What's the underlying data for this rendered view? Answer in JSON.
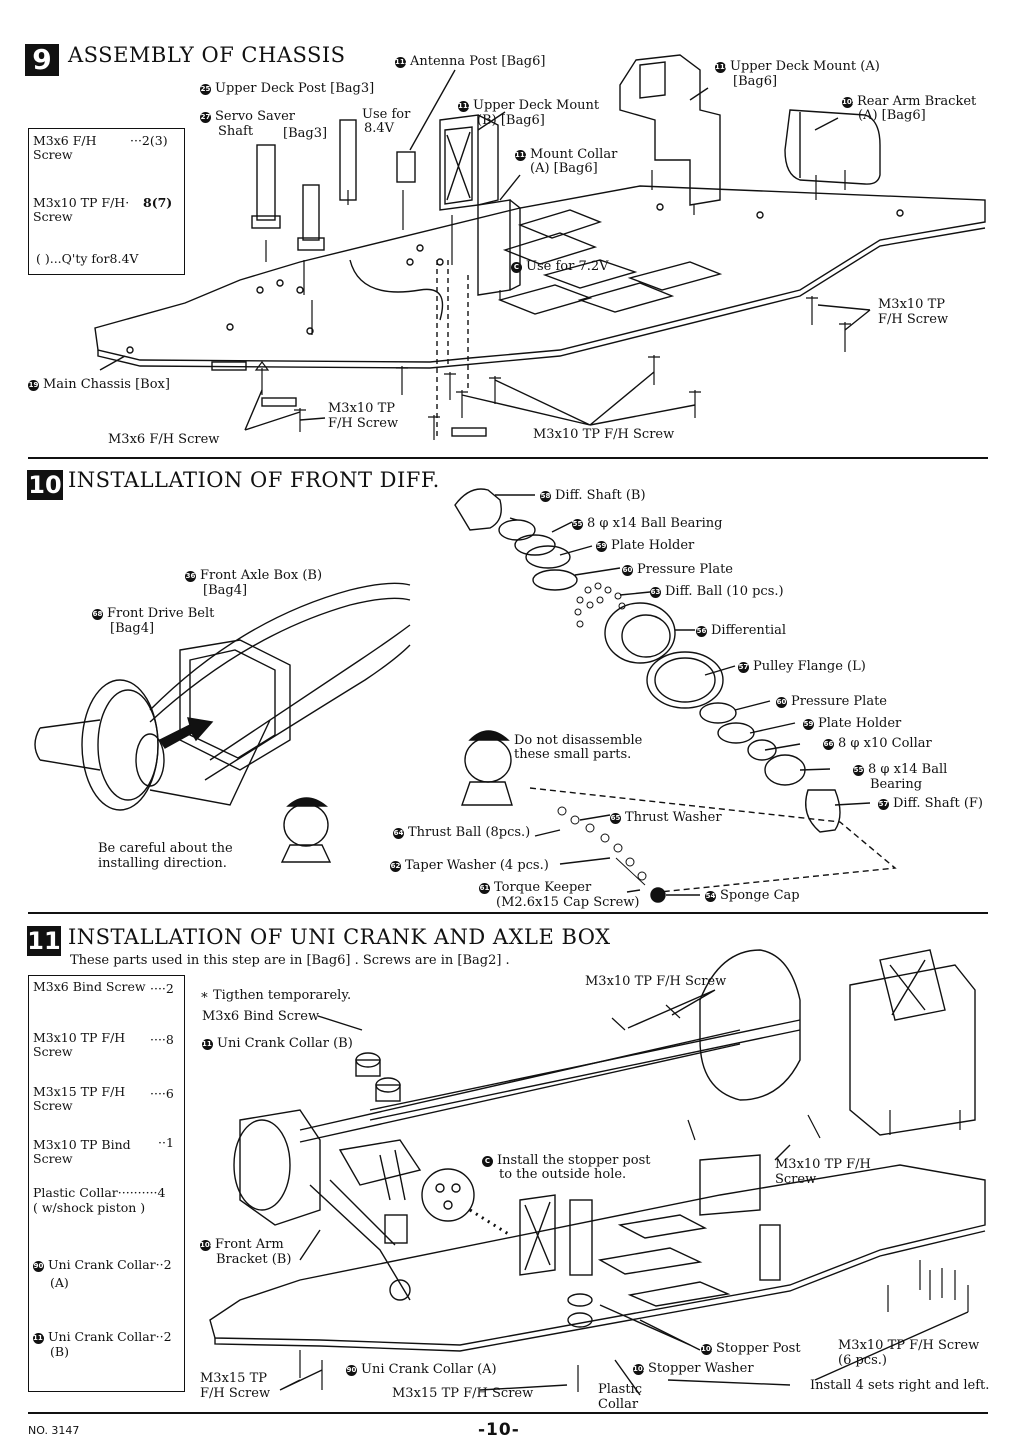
{
  "step9": {
    "number": "9",
    "title": "ASSEMBLY OF CHASSIS",
    "parts_box": {
      "r1a": "M3x6 F/H",
      "r1q": "···2(3)",
      "r1b": "Screw",
      "r2a": "M3x10 TP F/H·",
      "r2q": "8(7)",
      "r2b": "Screw",
      "note": "( )...Q'ty for8.4V"
    },
    "labels": {
      "antenna_post": "Antenna Post [Bag6]",
      "upper_deck_post": "Upper Deck Post [Bag3]",
      "servo_saver_1": "Servo Saver",
      "servo_saver_2": "Shaft",
      "servo_saver_3": "[Bag3]",
      "use84_1": "Use for",
      "use84_2": "8.4V",
      "udm_b_1": "Upper Deck Mount",
      "udm_b_2": "(B) [Bag6]",
      "mount_collar_1": "Mount Collar",
      "mount_collar_2": "(A) [Bag6]",
      "udm_a_1": "Upper Deck Mount (A)",
      "udm_a_2": "[Bag6]",
      "rear_arm_1": "Rear Arm Bracket",
      "rear_arm_2": "(A) [Bag6]",
      "use72": "Use for 7.2V",
      "m3x10_right_1": "M3x10 TP",
      "m3x10_right_2": "F/H Screw",
      "main_chassis": "Main Chassis [Box]",
      "m3x10_mid_1": "M3x10 TP",
      "m3x10_mid_2": "F/H Screw",
      "m3x6_screw": "M3x6 F/H Screw",
      "m3x10_bottom": "M3x10 TP F/H Screw"
    }
  },
  "step10": {
    "number": "10",
    "title": "INSTALLATION OF FRONT DIFF.",
    "labels": {
      "diff_shaft_b": "Diff. Shaft (B)",
      "bearing_8x14": "8 φ x14 Ball Bearing",
      "plate_holder": "Plate Holder",
      "pressure_plate": "Pressure Plate",
      "diff_ball": "Diff. Ball (10 pcs.)",
      "differential": "Differential",
      "pulley_flange": "Pulley Flange (L)",
      "pressure_plate_2": "Pressure Plate",
      "plate_holder_2": "Plate Holder",
      "collar_8x10": "8 φ x10 Collar",
      "bearing2_1": "8 φ x14 Ball",
      "bearing2_2": "Bearing",
      "diff_shaft_f": "Diff. Shaft (F)",
      "front_axle_box_1": "Front Axle Box (B)",
      "front_axle_box_2": "[Bag4]",
      "front_drive_belt_1": "Front Drive Belt",
      "front_drive_belt_2": "[Bag4]",
      "do_not_1": "Do not disassemble",
      "do_not_2": "these small parts.",
      "thrust_washer": "Thrust Washer",
      "thrust_ball": "Thrust Ball (8pcs.)",
      "taper_washer": "Taper Washer (4 pcs.)",
      "torque_keeper_1": "Torque Keeper",
      "torque_keeper_2": "(M2.6x15 Cap Screw)",
      "sponge_cap": "Sponge Cap",
      "careful_1": "Be careful about the",
      "careful_2": "installing direction."
    }
  },
  "step11": {
    "number": "11",
    "title": "INSTALLATION OF UNI CRANK AND AXLE BOX",
    "subtitle": "These parts used in this step are in [Bag6] . Screws are in [Bag2] .",
    "parts_box": {
      "p1a": "M3x6 Bind Screw",
      "p1q": "····2",
      "p2a": "M3x10 TP F/H",
      "p2q": "····8",
      "p2b": "Screw",
      "p3a": "M3x15 TP F/H",
      "p3q": "····6",
      "p3b": "Screw",
      "p4a": "M3x10 TP Bind",
      "p4q": "··1",
      "p4b": "Screw",
      "p5a": "Plastic Collar··········4",
      "p5b": "( w/shock piston )",
      "p6a": "Uni Crank Collar··2",
      "p6b": "(A)",
      "p7a": "Uni Crank Collar··2",
      "p7b": "(B)"
    },
    "labels": {
      "tighten": "∗ Tigthen temporarely.",
      "m3x6_bind": "M3x6 Bind Screw",
      "uni_crank_b": "Uni Crank Collar (B)",
      "m3x10_top": "M3x10 TP F/H Screw",
      "stopper_note_1": "Install the stopper post",
      "stopper_note_2": "to the outside hole.",
      "m3x10_mid_1": "M3x10 TP F/H",
      "m3x10_mid_2": "Screw",
      "front_arm_1": "Front Arm",
      "front_arm_2": "Bracket (B)",
      "stopper_post": "Stopper Post",
      "m3x10_right_1": "M3x10 TP F/H Screw",
      "m3x10_right_2": "(6 pcs.)",
      "stopper_washer": "Stopper Washer",
      "install4": "Install 4 sets right and left.",
      "m3x15_left_1": "M3x15 TP",
      "m3x15_left_2": "F/H Screw",
      "uni_crank_a": "Uni Crank Collar (A)",
      "m3x15_mid": "M3x15 TP F/H Screw",
      "plastic_collar_1": "Plastic",
      "plastic_collar_2": "Collar"
    }
  },
  "footer": {
    "doc_number": "NO. 3147",
    "page": "-10-"
  }
}
